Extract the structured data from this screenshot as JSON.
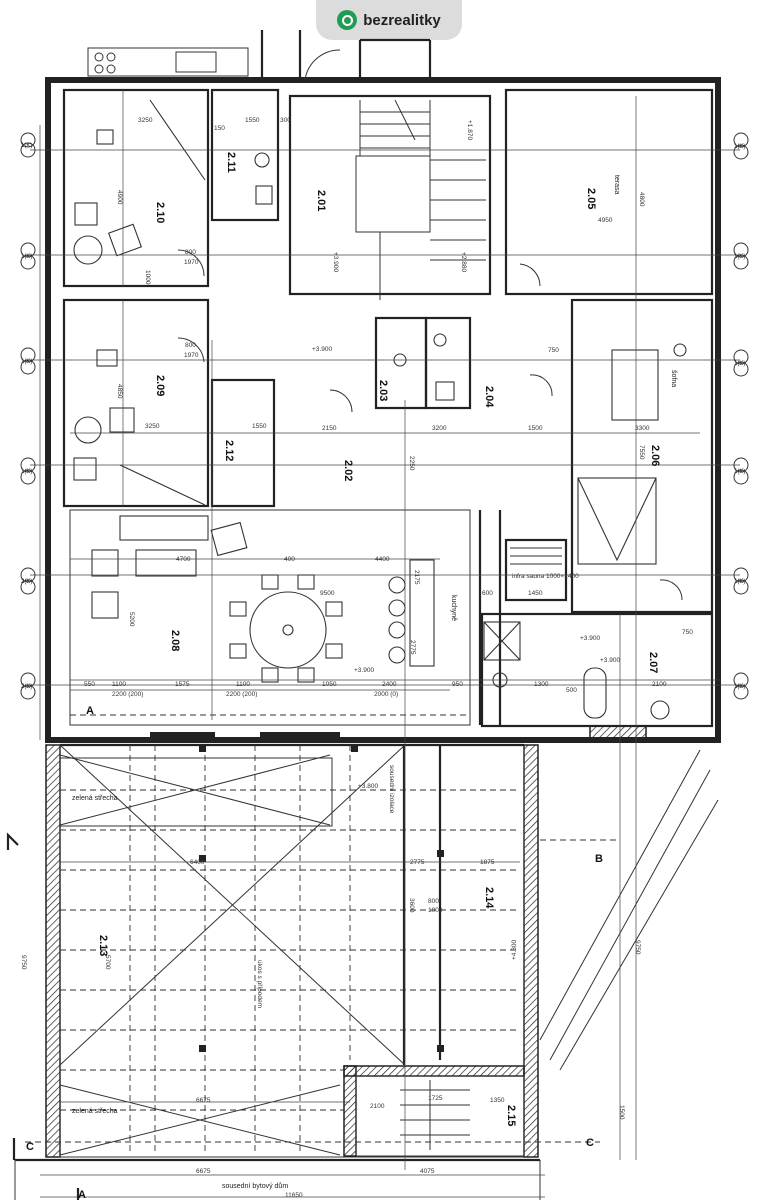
{
  "brand": {
    "name": "bezrealitky",
    "color": "#1f9d55",
    "icon": "map-pin-icon"
  },
  "rooms": [
    {
      "id": "2.01",
      "label": "2.01"
    },
    {
      "id": "2.02",
      "label": "2.02"
    },
    {
      "id": "2.03",
      "label": "2.03"
    },
    {
      "id": "2.04",
      "label": "2.04"
    },
    {
      "id": "2.05",
      "label": "2.05"
    },
    {
      "id": "2.06",
      "label": "2.06"
    },
    {
      "id": "2.07",
      "label": "2.07"
    },
    {
      "id": "2.08",
      "label": "2.08"
    },
    {
      "id": "2.09",
      "label": "2.09"
    },
    {
      "id": "2.10",
      "label": "2.10"
    },
    {
      "id": "2.11",
      "label": "2.11"
    },
    {
      "id": "2.12",
      "label": "2.12"
    },
    {
      "id": "2.13",
      "label": "2.13"
    },
    {
      "id": "2.14",
      "label": "2.14"
    },
    {
      "id": "2.15",
      "label": "2.15"
    }
  ],
  "labels": {
    "terasa": "terasa",
    "sofna": "šofna",
    "kuchyne": "kuchyně",
    "zelena_strecha_1": "zelená střecha",
    "zelena_strecha_2": "zelená střecha",
    "sousedni_dum": "sousední bytový dům",
    "sousedni_izolace": "sousední izolace",
    "sauna": "infra sauna 1000×1400",
    "sklon": "úkos s přípodem"
  },
  "levels": [
    "+3.900",
    "+3.900",
    "+3.900",
    "+3.900",
    "+3.800",
    "+4.300",
    "+1.870",
    "+3.900",
    "+2.880"
  ],
  "dimensions": {
    "d3250a": "3250",
    "d1550": "1550",
    "d300": "300",
    "d150": "150",
    "d4900": "4900",
    "d4950": "4950",
    "d4800": "4800",
    "d800a": "800",
    "d1970a": "1970",
    "d1000": "1000",
    "d800b": "800",
    "d1970b": "1970",
    "d4850": "4850",
    "d3250b": "3250",
    "d1550b": "1550",
    "d2150": "2150",
    "d3200": "3200",
    "d1500": "1500",
    "d3300": "3300",
    "d7550": "7550",
    "d2250": "2250",
    "d4700": "4700",
    "d400": "400",
    "d4400": "4400",
    "d9500": "9500",
    "d5200": "5200",
    "d2175": "2175",
    "d2775": "2775",
    "d550": "550",
    "d1100a": "1100",
    "d1575": "1575",
    "d1100b": "1100",
    "d1050": "1050",
    "d2400": "2400",
    "d950": "950",
    "d2200a": "2200 (200)",
    "d2200b": "2200 (200)",
    "d2000": "2000 (0)",
    "d2100": "2100",
    "d1300": "1300",
    "d500": "500",
    "d750a": "750",
    "d750b": "750",
    "d6400": "6400",
    "d2775b": "2775",
    "d1875": "1875",
    "d5700": "5700",
    "d6675a": "6675",
    "d6675b": "6675",
    "d4075": "4075",
    "d11650": "11650",
    "d1725": "1725",
    "d1350": "1350",
    "d2100b": "2100",
    "d1500b": "1500",
    "d9750a": "9750",
    "d9750b": "9750",
    "d3600": "3600",
    "d800c": "800",
    "d1000b": "1000",
    "d600": "600",
    "d1450": "1450"
  },
  "sections": {
    "A1": "A",
    "A2": "A",
    "B": "B",
    "C1": "C",
    "C2": "C"
  },
  "axes_left": [
    "1(K)",
    "1(K)",
    "1(K)",
    "1(K)",
    "2(K)",
    "2(K)"
  ],
  "axes_right": [
    "1(K)",
    "1(K)",
    "1(K)",
    "1(K)",
    "1(K)",
    "1(K)"
  ]
}
